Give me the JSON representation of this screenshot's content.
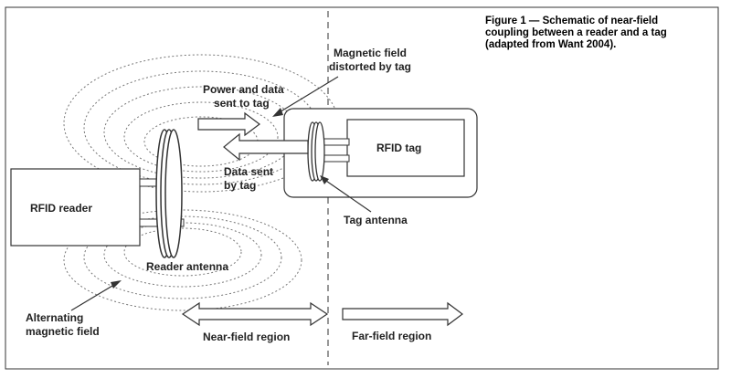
{
  "caption": {
    "line1": "Figure 1 — Schematic of near-field",
    "line2": "coupling between a reader and a tag",
    "line3": "(adapted from Want 2004)."
  },
  "labels": {
    "rfid_reader": "RFID reader",
    "rfid_tag": "RFID tag",
    "reader_antenna": "Reader antenna",
    "tag_antenna": "Tag antenna",
    "power_data_1": "Power and data",
    "power_data_2": "sent to tag",
    "data_sent_1": "Data sent",
    "data_sent_2": "by tag",
    "magnetic_distorted_1": "Magnetic field",
    "magnetic_distorted_2": "distorted by tag",
    "alternating_1": "Alternating",
    "alternating_2": "magnetic field",
    "near_field": "Near-field region",
    "far_field": "Far-field region"
  },
  "colors": {
    "stroke": "#333333",
    "field_lines": "#777777",
    "text": "#222222"
  }
}
